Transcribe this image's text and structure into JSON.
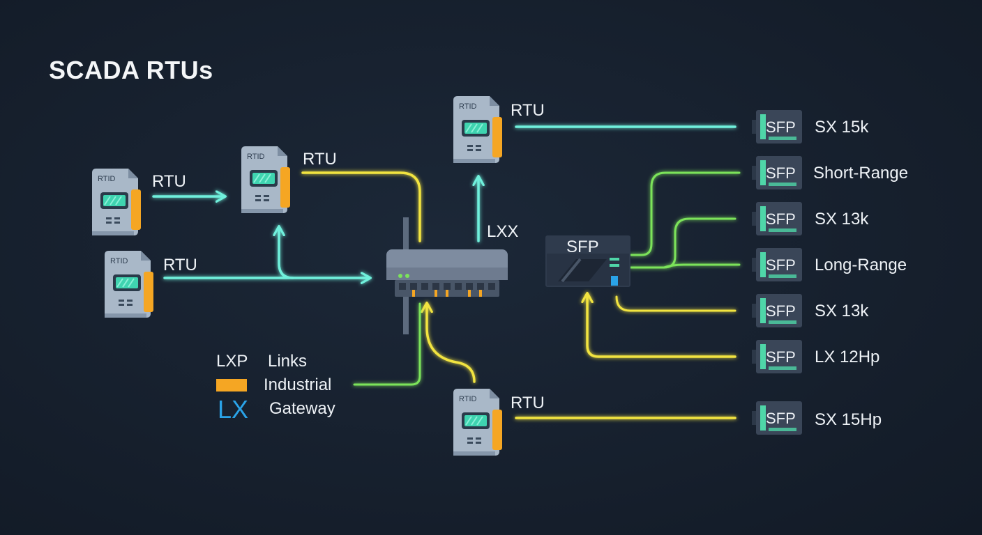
{
  "title": "SCADA RTUs",
  "colors": {
    "cyan": "#6ff0dc",
    "yellow": "#f2e440",
    "green": "#7be35a",
    "orange": "#f5a623",
    "blue": "#2aa3e8"
  },
  "rtus": [
    {
      "id": "a",
      "badge": "RTID",
      "label": "RTU"
    },
    {
      "id": "b",
      "badge": "RTID",
      "label": "RTU"
    },
    {
      "id": "c",
      "badge": "RTID",
      "label": "RTU"
    },
    {
      "id": "d",
      "badge": "RTID",
      "label": "RTU"
    },
    {
      "id": "e",
      "badge": "RTID",
      "label": "RTU"
    }
  ],
  "switch_link_label": "LXX",
  "sfp_gateway": {
    "label": "SFP"
  },
  "sfp_modules": [
    {
      "code": "SFP",
      "label": "SX 15k"
    },
    {
      "code": "SFP",
      "label": "Short-Range"
    },
    {
      "code": "SFP",
      "label": "SX 13k"
    },
    {
      "code": "SFP",
      "label": "Long-Range"
    },
    {
      "code": "SFP",
      "label": "SX 13k"
    },
    {
      "code": "SFP",
      "label": "LX 12Hp"
    },
    {
      "code": "SFP",
      "label": "SX 15Hp"
    }
  ],
  "legend": [
    {
      "key": "LXP",
      "text": "Links"
    },
    {
      "key": "",
      "text": "Industrial"
    },
    {
      "key": "LX",
      "text": "Gateway"
    }
  ]
}
